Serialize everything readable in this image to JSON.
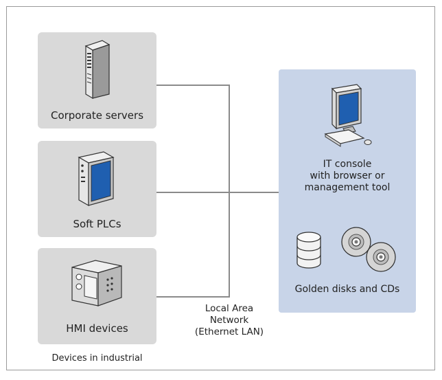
{
  "diagram": {
    "boxes": [
      {
        "label": "Corporate servers",
        "icon": "server-tower-icon"
      },
      {
        "label": "Soft PLCs",
        "icon": "soft-plc-icon"
      },
      {
        "label": "HMI devices",
        "icon": "hmi-device-icon"
      }
    ],
    "network_label": [
      "Local Area",
      "Network",
      "(Ethernet LAN)"
    ],
    "caption_left": "Devices in industrial",
    "it_panel": {
      "console_label": [
        "IT console",
        "with browser or",
        "management tool"
      ],
      "storage_label": "Golden disks and CDs",
      "console_icon": "computer-monitor-icon",
      "disk_icon": "database-disk-icon",
      "cd_icon": "cd-icon"
    },
    "colors": {
      "box_fill": "#d9d9d9",
      "panel_fill": "#c8d4e8",
      "screen_blue": "#1f5fb0",
      "line": "#8a8a8a"
    }
  }
}
